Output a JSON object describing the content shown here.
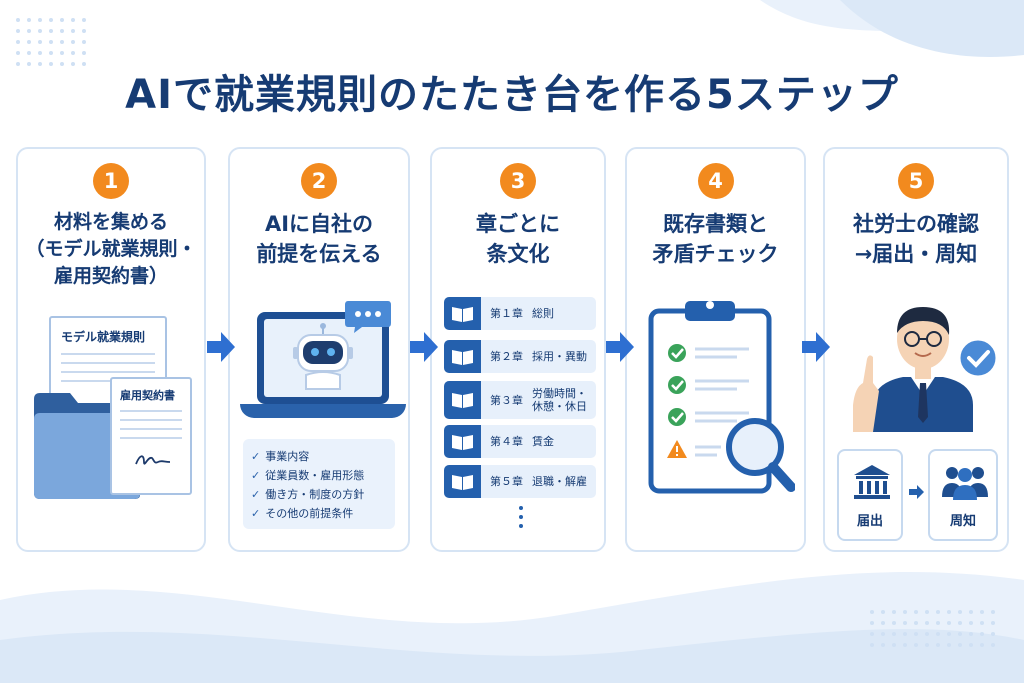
{
  "title": "AIで就業規則のたたき台を作る5ステップ",
  "steps": [
    {
      "number": "1",
      "heading": "材料を集める\n（モデル就業規則・\n雇用契約書）",
      "doc1": "モデル就業規則",
      "doc2": "雇用契約書"
    },
    {
      "number": "2",
      "heading": "AIに自社の\n前提を伝える",
      "items": [
        "事業内容",
        "従業員数・雇用形態",
        "働き方・制度の方針",
        "その他の前提条件"
      ]
    },
    {
      "number": "3",
      "heading": "章ごとに\n条文化",
      "chapters": [
        {
          "num": "第１章",
          "name": "総則"
        },
        {
          "num": "第２章",
          "name": "採用・異動"
        },
        {
          "num": "第３章",
          "name": "労働時間・\n休憩・休日"
        },
        {
          "num": "第４章",
          "name": "賃金"
        },
        {
          "num": "第５章",
          "name": "退職・解雇"
        }
      ]
    },
    {
      "number": "4",
      "heading": "既存書類と\n矛盾チェック"
    },
    {
      "number": "5",
      "heading": "社労士の確認\n→届出・周知",
      "filing": "届出",
      "notice": "周知"
    }
  ],
  "colors": {
    "navy": "#163b73",
    "accent_blue": "#2460ad",
    "badge_orange": "#f28a1e",
    "check_green": "#3aa35a",
    "warning_orange": "#f28a1e",
    "light_blue": "#e7f0fb"
  }
}
